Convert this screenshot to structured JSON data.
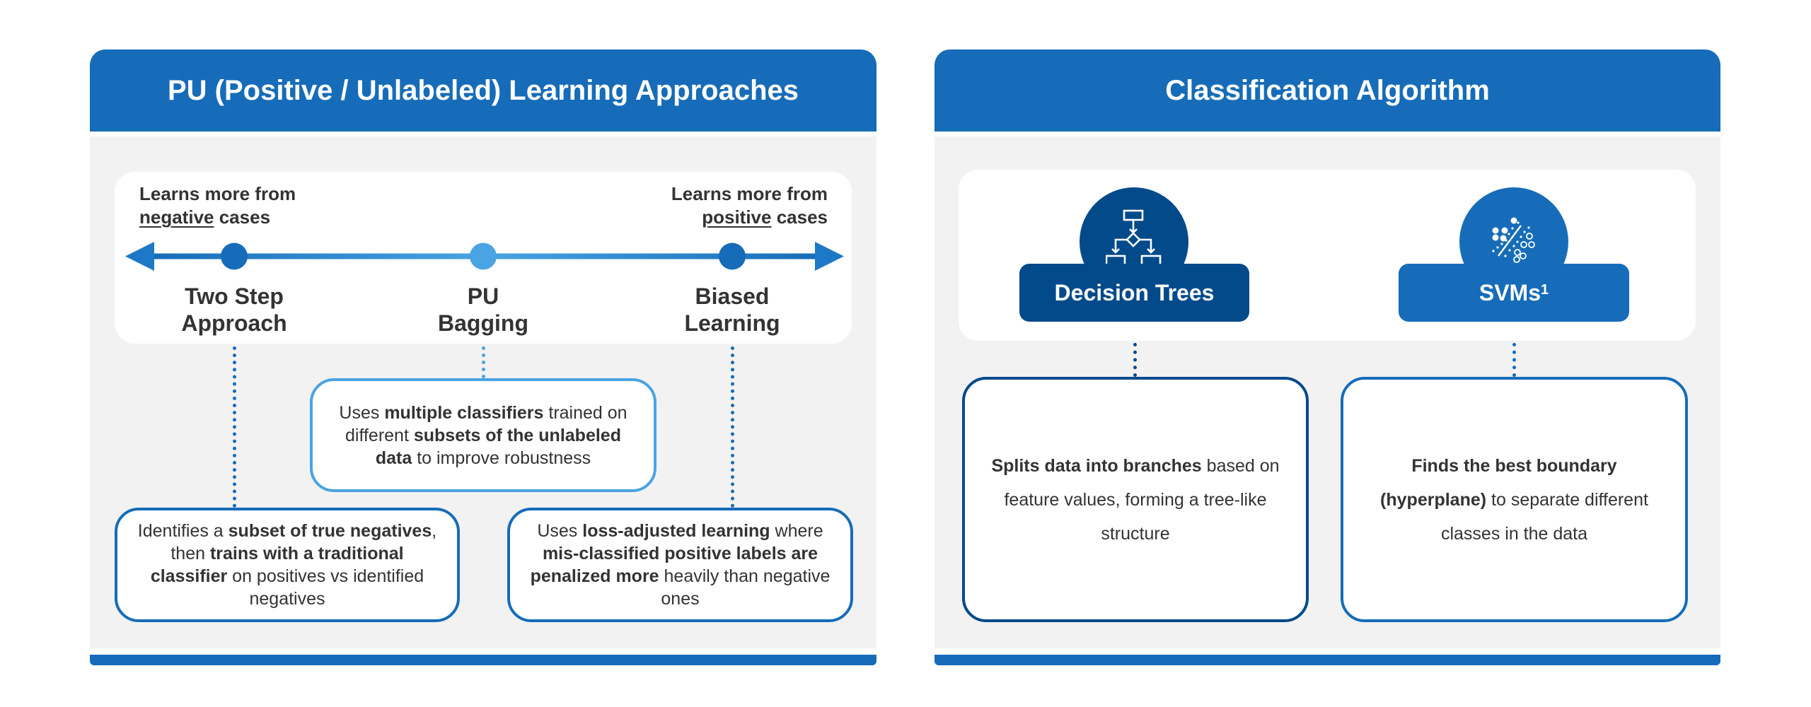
{
  "colors": {
    "brand_blue": "#166cb8",
    "dark_blue": "#034a8a",
    "light_blue": "#4aa3e3",
    "panel_grey": "#f2f2f2",
    "text": "#333333"
  },
  "left_panel": {
    "title": "PU (Positive / Unlabeled) Learning Approaches",
    "spectrum": {
      "left_end": {
        "line1": "Learns more from",
        "emphasis": "negative",
        "rest": " cases"
      },
      "right_end": {
        "line1": "Learns more from",
        "emphasis": "positive",
        "rest": " cases"
      },
      "arrows": {
        "left": "arrow-left-icon",
        "right": "arrow-right-icon"
      }
    },
    "approaches": [
      {
        "name_line1": "Two Step",
        "name_line2": "Approach",
        "description": [
          {
            "t": "Identifies a ",
            "b": false
          },
          {
            "t": "subset of true negatives",
            "b": true
          },
          {
            "t": ", then ",
            "b": false
          },
          {
            "t": "trains with a traditional classifier",
            "b": true
          },
          {
            "t": " on positives vs identified negatives",
            "b": false
          }
        ]
      },
      {
        "name_line1": "PU",
        "name_line2": "Bagging",
        "description": [
          {
            "t": "Uses ",
            "b": false
          },
          {
            "t": "multiple classifiers",
            "b": true
          },
          {
            "t": " trained on different ",
            "b": false
          },
          {
            "t": "subsets of the unlabeled data",
            "b": true
          },
          {
            "t": " to improve robustness",
            "b": false
          }
        ]
      },
      {
        "name_line1": "Biased",
        "name_line2": "Learning",
        "description": [
          {
            "t": "Uses ",
            "b": false
          },
          {
            "t": "loss-adjusted learning",
            "b": true
          },
          {
            "t": " where ",
            "b": false
          },
          {
            "t": "mis-classified positive labels are penalized more",
            "b": true
          },
          {
            "t": " heavily than negative ones",
            "b": false
          }
        ]
      }
    ]
  },
  "right_panel": {
    "title": "Classification Algorithm",
    "algorithms": [
      {
        "label": "Decision Trees",
        "footnote": "",
        "icon": "flowchart-icon",
        "description": [
          {
            "t": "Splits data into branches",
            "b": true
          },
          {
            "t": " based on feature values, forming a tree-like structure",
            "b": false
          }
        ]
      },
      {
        "label": "SVMs",
        "footnote": "1",
        "icon": "hyperplane-scatter-icon",
        "description": [
          {
            "t": "Finds the best boundary (hyperplane)",
            "b": true
          },
          {
            "t": " to separate different classes in the data",
            "b": false
          }
        ]
      }
    ]
  }
}
